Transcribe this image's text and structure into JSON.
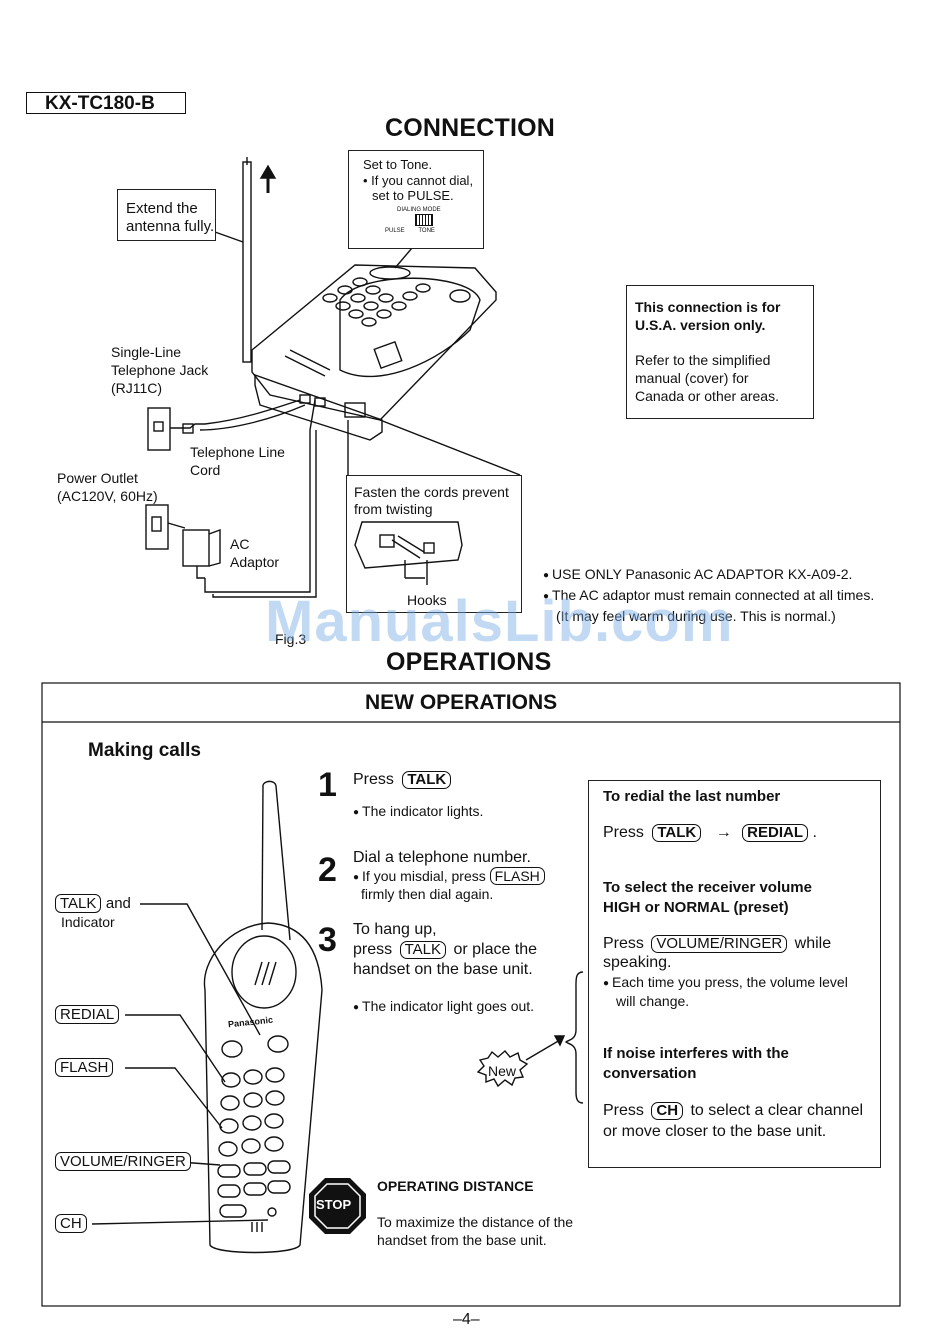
{
  "header": {
    "model": "KX-TC180-B"
  },
  "connection": {
    "title": "CONNECTION",
    "antenna_note": [
      "Extend the",
      "antenna fully."
    ],
    "tone_note": {
      "line1": "Set to Tone.",
      "line2": "• If you cannot dial,",
      "line3": "set to PULSE.",
      "switch_label": "DIALING MODE",
      "pulse": "PULSE",
      "tone": "TONE"
    },
    "usa_note": {
      "title_line1": "This connection is for",
      "title_line2": "U.S.A. version only.",
      "body": [
        "Refer to the simplified",
        "manual (cover) for",
        "Canada or other areas."
      ]
    },
    "jack_label": [
      "Single-Line",
      "Telephone Jack",
      "(RJ11C)"
    ],
    "line_cord_label": [
      "Telephone Line",
      "Cord"
    ],
    "power_label": [
      "Power Outlet",
      "(AC120V, 60Hz)"
    ],
    "adaptor_label": [
      "AC",
      "Adaptor"
    ],
    "fasten_note": {
      "text": [
        "Fasten the cords prevent",
        "from twisting"
      ],
      "hooks": "Hooks"
    },
    "fig_label": "Fig.3",
    "notes": [
      "USE ONLY Panasonic AC ADAPTOR KX-A09-2.",
      "The AC adaptor must remain connected at all times.",
      "(It may feel warm during use. This is normal.)"
    ]
  },
  "operations": {
    "title": "OPERATIONS",
    "panel_title": "NEW OPERATIONS",
    "section": "Making calls",
    "steps": [
      {
        "num": "1",
        "pre": "Press",
        "key": "TALK",
        "post": "",
        "sub": "The indicator lights."
      },
      {
        "num": "2",
        "line1": "Dial a telephone number.",
        "sub_pre": "If you misdial, press",
        "sub_key": "FLASH",
        "sub_post": "firmly then dial again."
      },
      {
        "num": "3",
        "line1": "To hang up,",
        "pre": "press",
        "key": "TALK",
        "post": "or place the",
        "line3": "handset on the base unit.",
        "sub": "The indicator light goes out."
      }
    ],
    "new_badge": "New",
    "handset_labels": {
      "talk_key": "TALK",
      "talk_and": "and",
      "indicator": "Indicator",
      "redial": "REDIAL",
      "flash": "FLASH",
      "volume": "VOLUME/RINGER",
      "ch": "CH",
      "brand": "Panasonic"
    },
    "stop": {
      "icon_text": "STOP",
      "title": "OPERATING DISTANCE",
      "body": [
        "To maximize the distance of the",
        "handset from the base unit."
      ]
    },
    "sidebox": {
      "redial_title": "To redial the last number",
      "redial_press": "Press",
      "redial_key1": "TALK",
      "redial_arrow": "→",
      "redial_key2": "REDIAL",
      "redial_end": ".",
      "volume_title": [
        "To select the receiver volume",
        "HIGH or NORMAL (preset)"
      ],
      "volume_press": "Press",
      "volume_key": "VOLUME/RINGER",
      "volume_post": "while",
      "volume_line2": "speaking.",
      "volume_note": [
        "Each time you press, the volume level",
        "will change."
      ],
      "noise_title": [
        "If noise interferes with the",
        "conversation"
      ],
      "noise_press": "Press",
      "noise_key": "CH",
      "noise_post": "to select a clear channel",
      "noise_line2": "or move closer to the base unit."
    }
  },
  "footer": {
    "page": "–4–"
  },
  "watermark": "ManualsLib.com"
}
